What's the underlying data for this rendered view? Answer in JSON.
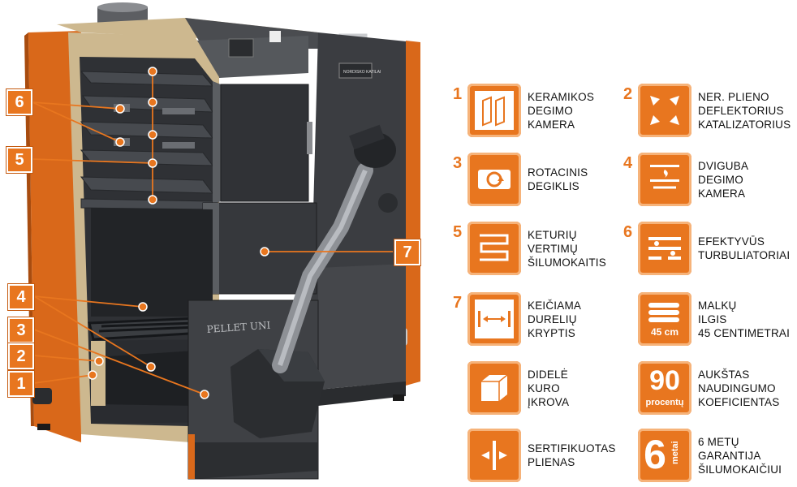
{
  "brand": {
    "badge_text": "NORDISKO KATILAI",
    "model": "PELLET UNI"
  },
  "callouts": [
    "6",
    "5",
    "4",
    "3",
    "2",
    "1",
    "7"
  ],
  "features": [
    {
      "number": "1",
      "icon": "ceramic-chamber-icon",
      "lines": [
        "KERAMIKOS",
        "DEGIMO",
        "KAMERA"
      ]
    },
    {
      "number": "2",
      "icon": "deflector-icon",
      "lines": [
        "NER. PLIENO",
        "DEFLEKTORIUS",
        "KATALIZATORIUS"
      ]
    },
    {
      "number": "3",
      "icon": "rotary-burner-icon",
      "lines": [
        "ROTACINIS",
        "DEGIKLIS"
      ]
    },
    {
      "number": "4",
      "icon": "double-chamber-icon",
      "lines": [
        "DVIGUBA",
        "DEGIMO",
        "KAMERA"
      ]
    },
    {
      "number": "5",
      "icon": "heat-exchanger-icon",
      "lines": [
        "KETURIŲ",
        "VERTIMŲ",
        "ŠILUMOKAITIS"
      ]
    },
    {
      "number": "6",
      "icon": "turbulator-icon",
      "lines": [
        "EFEKTYVŪS",
        "TURBULIATORIAI"
      ]
    },
    {
      "number": "7",
      "icon": "door-direction-icon",
      "lines": [
        "KEIČIAMA",
        "DURELIŲ",
        "KRYPTIS"
      ]
    },
    {
      "number": "",
      "icon": "log-length-icon",
      "icon_label": "45 cm",
      "lines": [
        "MALKŲ",
        "ILGIS",
        "45 CENTIMETRAI"
      ]
    },
    {
      "number": "",
      "icon": "fuel-load-icon",
      "lines": [
        "DIDELĖ",
        "KURO",
        "ĮKROVA"
      ]
    },
    {
      "number": "",
      "icon": "efficiency-icon",
      "icon_label": "90",
      "icon_sublabel": "procentų",
      "lines": [
        "AUKŠTAS",
        "NAUDINGUMO",
        "KOEFICIENTAS"
      ]
    },
    {
      "number": "",
      "icon": "certified-steel-icon",
      "lines": [
        "SERTIFIKUOTAS",
        "PLIENAS"
      ]
    },
    {
      "number": "",
      "icon": "warranty-icon",
      "icon_label": "6",
      "icon_sublabel": "metai",
      "lines": [
        "6 METŲ",
        "GARANTIJA",
        "ŠILUMOKAIČIUI"
      ]
    }
  ],
  "colors": {
    "accent": "#e8761f",
    "accent_light": "#f6b37a",
    "steel": "#3d3f43",
    "insulation": "#cdb88f"
  }
}
